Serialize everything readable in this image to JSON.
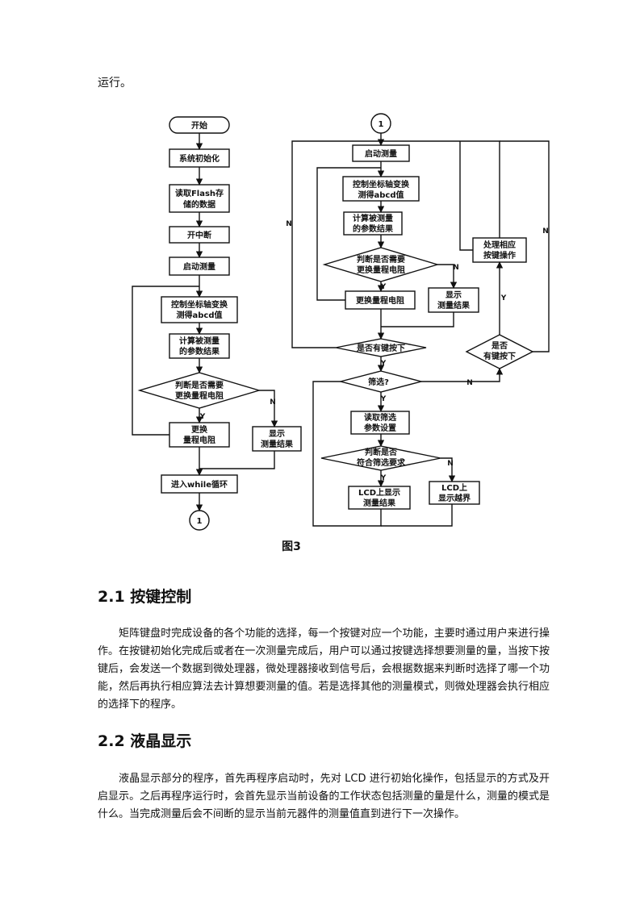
{
  "intro_tail": "运行。",
  "figure": {
    "caption": "图3",
    "left_flow": {
      "start": "开始",
      "init_line1": "系统初始化",
      "read_flash_line1": "读取Flash存",
      "read_flash_line2": "储的数据",
      "interrupt": "开中断",
      "start_measure": "启动测量",
      "control_line1": "控制坐标轴变换",
      "control_line2": "测得abcd值",
      "calc_line1": "计算被测量",
      "calc_line2": "的参数结果",
      "judge_line1": "判断是否需要",
      "judge_line2": "更换量程电阻",
      "change_line1": "更换",
      "change_line2": "量程电阻",
      "display_line1": "显示",
      "display_line2": "测量结果",
      "while_loop": "进入while循环",
      "connector": "1",
      "yes": "Y",
      "no": "N"
    },
    "right_flow": {
      "connector": "1",
      "start_measure": "启动测量",
      "control_line1": "控制坐标轴变换",
      "control_line2": "测得abcd值",
      "calc_line1": "计算被测量",
      "calc_line2": "的参数结果",
      "judge_line1": "判断是否需要",
      "judge_line2": "更换量程电阻",
      "change_resistor": "更换量程电阻",
      "display_line1": "显示",
      "display_line2": "测量结果",
      "key_pressed": "是否有键按下",
      "filter": "筛选?",
      "read_filter_line1": "读取筛选",
      "read_filter_line2": "参数设置",
      "meet_line1": "判断是否",
      "meet_line2": "符合筛选要求",
      "lcd_show_line1": "LCD上显示",
      "lcd_show_line2": "测量结果",
      "lcd_over_line1": "LCD上",
      "lcd_over_line2": "显示越界",
      "handle_line1": "处理相应",
      "handle_line2": "按键操作",
      "key2_line1": "是否",
      "key2_line2": "有键按下",
      "yes": "Y",
      "no": "N"
    }
  },
  "section1": {
    "heading": "2.1 按键控制",
    "paragraph": "矩阵键盘时完成设备的各个功能的选择，每一个按键对应一个功能，主要时通过用户来进行操作。在按键初始化完成后或者在一次测量完成后，用户可以通过按键选择想要测量的量，当按下按键后，会发送一个数据到微处理器，微处理器接收到信号后，会根据数据来判断时选择了哪一个功能，然后再执行相应算法去计算想要测量的值。若是选择其他的测量模式，则微处理器会执行相应的选择下的程序。"
  },
  "section2": {
    "heading": "2.2 液晶显示",
    "paragraph": "液晶显示部分的程序，首先再程序启动时，先对 LCD 进行初始化操作，包括显示的方式及开启显示。之后再程序运行时，会首先显示当前设备的工作状态包括测量的量是什么，测量的模式是什么。当完成测量后会不间断的显示当前元器件的测量值直到进行下一次操作。"
  }
}
